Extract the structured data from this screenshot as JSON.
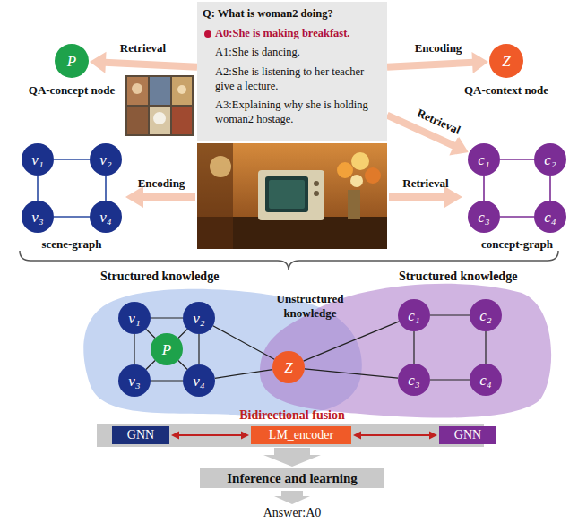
{
  "diagram": {
    "nodes": [
      {
        "text": [
          "Q: What is woman2 doing?",
          "A0:She is making breakfast.",
          "A1:She is dancing.",
          "A2:She is listening to her teacher give a lecture.",
          "A3:Explaining why she is holding woman2 hostage."
        ]
      },
      {
        "text": [
          "P",
          "QA-concept node"
        ]
      },
      {
        "text": [
          "Z",
          "QA-context node"
        ]
      },
      {
        "text": [
          "v₁"
        ]
      },
      {
        "text": [
          "v₂"
        ]
      },
      {
        "text": [
          "v₃"
        ]
      },
      {
        "text": [
          "v₄"
        ]
      },
      {
        "text": [
          "c₁"
        ]
      },
      {
        "text": [
          "c₂"
        ]
      },
      {
        "text": [
          "c₃"
        ]
      },
      {
        "text": [
          "c₄"
        ]
      },
      {
        "text": [
          "Structured knowledge"
        ]
      },
      {
        "text": [
          "v₁"
        ],
        "in": 11
      },
      {
        "text": [
          "v₂"
        ],
        "in": 11
      },
      {
        "text": [
          "v₃"
        ],
        "in": 11
      },
      {
        "text": [
          "v₄"
        ],
        "in": 11
      },
      {
        "text": [
          "P"
        ],
        "in": 11
      },
      {
        "text": [
          "Structured knowledge"
        ]
      },
      {
        "text": [
          "Z"
        ],
        "in": 17
      },
      {
        "text": [
          "c₁"
        ],
        "in": 17
      },
      {
        "text": [
          "c₂"
        ],
        "in": 17
      },
      {
        "text": [
          "c₃"
        ],
        "in": 17
      },
      {
        "text": [
          "c₄"
        ],
        "in": 17
      },
      {
        "text": [
          "GNN"
        ]
      },
      {
        "text": [
          "LM_encoder"
        ]
      },
      {
        "text": [
          "GNN"
        ]
      },
      {
        "text": [
          "Inference and learning"
        ]
      }
    ],
    "edges": [
      {
        "from": 0,
        "to": 1,
        "arrow": "to",
        "label": "Retrieval"
      },
      {
        "from": 0,
        "to": 2,
        "arrow": "to",
        "label": "Encoding"
      },
      {
        "from": 0,
        "to": 7,
        "arrow": "to",
        "label": "Retrieval"
      },
      {
        "from": 3,
        "to": 4,
        "arrow": "none"
      },
      {
        "from": 3,
        "to": 5,
        "arrow": "none"
      },
      {
        "from": 4,
        "to": 6,
        "arrow": "none"
      },
      {
        "from": 5,
        "to": 6,
        "arrow": "none"
      },
      {
        "from": 7,
        "to": 8,
        "arrow": "none"
      },
      {
        "from": 7,
        "to": 9,
        "arrow": "none"
      },
      {
        "from": 8,
        "to": 10,
        "arrow": "none"
      },
      {
        "from": 9,
        "to": 10,
        "arrow": "none"
      },
      {
        "from": 12,
        "to": 13,
        "arrow": "none"
      },
      {
        "from": 12,
        "to": 14,
        "arrow": "none"
      },
      {
        "from": 13,
        "to": 15,
        "arrow": "none"
      },
      {
        "from": 14,
        "to": 15,
        "arrow": "none"
      },
      {
        "from": 16,
        "to": 12,
        "arrow": "none"
      },
      {
        "from": 16,
        "to": 13,
        "arrow": "none"
      },
      {
        "from": 16,
        "to": 14,
        "arrow": "none"
      },
      {
        "from": 16,
        "to": 15,
        "arrow": "none"
      },
      {
        "from": 13,
        "to": 18,
        "arrow": "none"
      },
      {
        "from": 15,
        "to": 18,
        "arrow": "none"
      },
      {
        "from": 18,
        "to": 19,
        "arrow": "none"
      },
      {
        "from": 18,
        "to": 21,
        "arrow": "none"
      },
      {
        "from": 19,
        "to": 20,
        "arrow": "none"
      },
      {
        "from": 19,
        "to": 21,
        "arrow": "none"
      },
      {
        "from": 20,
        "to": 22,
        "arrow": "none"
      },
      {
        "from": 21,
        "to": 22,
        "arrow": "none"
      },
      {
        "from": 23,
        "to": 24,
        "arrow": "both"
      },
      {
        "from": 24,
        "to": 25,
        "arrow": "both"
      }
    ],
    "labels": [
      "Encoding",
      "Retrieval",
      "scene-graph",
      "concept-graph",
      "Unstructured knowledge",
      "Bidirectional fusion",
      "Answer:A0"
    ]
  }
}
